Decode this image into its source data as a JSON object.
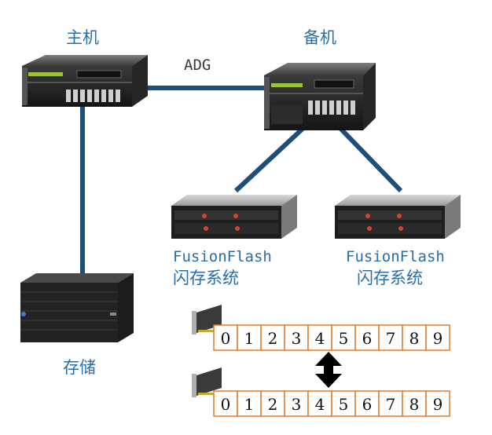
{
  "labels": {
    "primary": "主机",
    "standby": "备机",
    "link": "ADG",
    "storage": "存储",
    "flash_left_line1": "FusionFlash",
    "flash_left_line2": "闪存系统",
    "flash_right_line1": "FusionFlash",
    "flash_right_line2": "闪存系统"
  },
  "arrays": {
    "top_cells": [
      "0",
      "1",
      "2",
      "3",
      "4",
      "5",
      "6",
      "7",
      "8",
      "9"
    ],
    "bottom_cells": [
      "0",
      "1",
      "2",
      "3",
      "4",
      "5",
      "6",
      "7",
      "8",
      "9"
    ]
  },
  "colors": {
    "line": "#1f4e79",
    "cell_border": "#e07b2a",
    "label_blue": "#2a6da8"
  }
}
